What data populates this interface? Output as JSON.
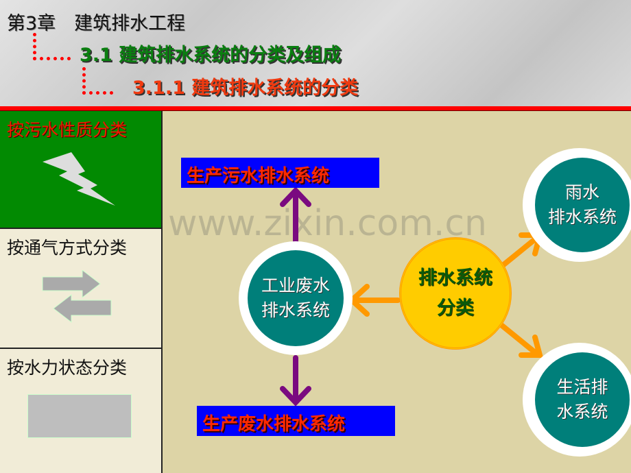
{
  "header": {
    "chapter": "第3章　建筑排水工程",
    "section": "3.1  建筑排水系统的分类及组成",
    "subsection": "3.1.1  建筑排水系统的分类"
  },
  "sidebar": {
    "items": [
      {
        "label": "按污水性质分类",
        "icon": "lightning-icon"
      },
      {
        "label": "按通气方式分类",
        "icon": "swap-arrows-icon"
      },
      {
        "label": "按水力状态分类",
        "icon": "rectangle-icon"
      }
    ]
  },
  "diagram": {
    "center": "排水系统\n分类",
    "industrial": "工业废水\n排水系统",
    "rain": "雨水\n排水系统",
    "domestic": "生活排\n水系统",
    "sewage_box": "生产污水排水系统",
    "waste_box": "生产废水排水系统"
  },
  "watermark": "www.zixin.com.cn",
  "colors": {
    "teal": "#007f7a",
    "yellow": "#ffcc00",
    "orange": "#ff9900",
    "purple": "#7a0a80",
    "blue": "#0000ff"
  }
}
